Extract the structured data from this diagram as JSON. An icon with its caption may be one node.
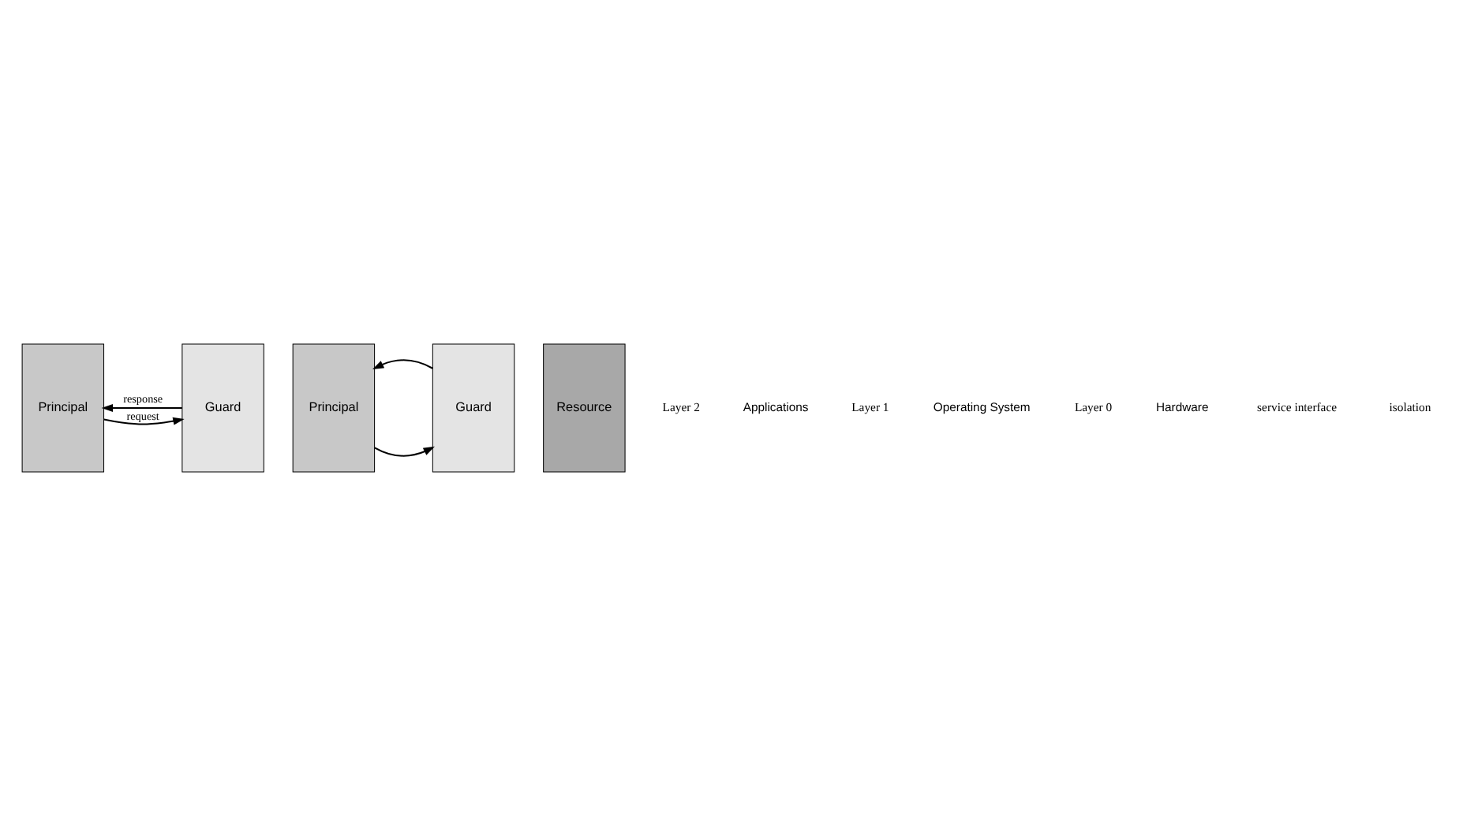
{
  "diagram": {
    "nodes": [
      {
        "text": [
          "Principal"
        ]
      },
      {
        "text": [
          "Guard"
        ]
      },
      {
        "text": [
          "Principal"
        ]
      },
      {
        "text": [
          "Guard"
        ]
      },
      {
        "text": [
          "Resource"
        ]
      }
    ],
    "edges": [
      {
        "from": 0,
        "to": 1,
        "arrow": "to",
        "label": "request"
      },
      {
        "from": 1,
        "to": 0,
        "arrow": "to",
        "label": "response"
      },
      {
        "from": 2,
        "to": 3,
        "arrow": "to"
      },
      {
        "from": 3,
        "to": 2,
        "arrow": "to"
      }
    ],
    "labels": [
      "Layer 2",
      "Applications",
      "Layer 1",
      "Operating System",
      "Layer 0",
      "Hardware",
      "service interface",
      "isolation"
    ]
  }
}
